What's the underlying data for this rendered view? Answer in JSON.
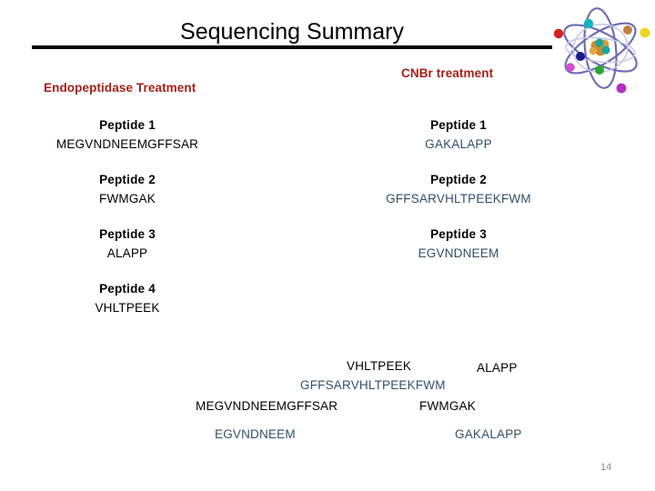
{
  "slide": {
    "title": "Sequencing Summary",
    "page_number": "14",
    "graphic": "atom-illustration",
    "colors": {
      "title": "#000000",
      "rule": "#000000",
      "header_red": "#a52019",
      "sequence_black": "#000000",
      "sequence_blue": "#31506b",
      "page_number": "#8c8c8c"
    }
  },
  "columns": {
    "left": {
      "header": "Endopeptidase Treatment",
      "peptides": [
        {
          "label": "Peptide 1",
          "sequence": "MEGVNDNEEMGFFSAR"
        },
        {
          "label": "Peptide 2",
          "sequence": "FWMGAK"
        },
        {
          "label": "Peptide 3",
          "sequence": "ALAPP"
        },
        {
          "label": "Peptide 4",
          "sequence": "VHLTPEEK"
        }
      ]
    },
    "right": {
      "header": "CNBr treatment",
      "peptides": [
        {
          "label": "Peptide 1",
          "sequence": "GAKALAPP"
        },
        {
          "label": "Peptide 2",
          "sequence": "GFFSARVHLTPEEKFWM"
        },
        {
          "label": "Peptide 3",
          "sequence": "EGVNDNEEM"
        }
      ]
    }
  },
  "assembly": {
    "fragments": [
      {
        "text": "VHLTPEEK",
        "source": "endopeptidase"
      },
      {
        "text": "ALAPP",
        "source": "endopeptidase"
      },
      {
        "text": "GFFSARVHLTPEEKFWM",
        "source": "cnbr"
      },
      {
        "text": "MEGVNDNEEMGFFSAR",
        "source": "endopeptidase"
      },
      {
        "text": "FWMGAK",
        "source": "endopeptidase"
      },
      {
        "text": "EGVNDNEEM",
        "source": "cnbr"
      },
      {
        "text": "GAKALAPP",
        "source": "cnbr"
      }
    ]
  }
}
